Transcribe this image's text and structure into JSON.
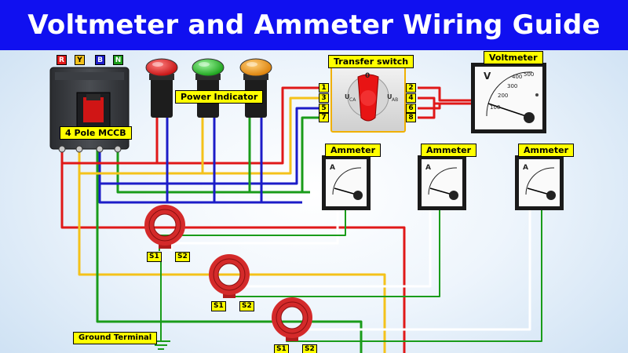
{
  "title": "Voltmeter and Ammeter Wiring Guide",
  "colors": {
    "banner": "#1010f0",
    "red": "#e01818",
    "yellow": "#f4c21a",
    "blue": "#1c1cc8",
    "green": "#1a9c1a",
    "neutral": "#202020",
    "label_bg": "#ffff00",
    "ct_ring": "#d42a2a"
  },
  "mccb": {
    "label": "4 Pole MCCB",
    "phases": [
      {
        "text": "R",
        "color": "#e01818"
      },
      {
        "text": "Y",
        "color": "#f4c21a"
      },
      {
        "text": "B",
        "color": "#1c1cc8"
      },
      {
        "text": "N",
        "color": "#1a9c1a"
      }
    ]
  },
  "power_indicator": {
    "label": "Power Indicator",
    "lamps": [
      {
        "name": "red-lamp",
        "color": "#e82020"
      },
      {
        "name": "green-lamp",
        "color": "#22c022"
      },
      {
        "name": "amber-lamp",
        "color": "#f49a12"
      }
    ]
  },
  "transfer_switch": {
    "label": "Transfer switch",
    "zero_mark": "0",
    "left_terminals": [
      "1",
      "3",
      "5",
      "7"
    ],
    "right_terminals": [
      "2",
      "4",
      "6",
      "8"
    ]
  },
  "voltmeter": {
    "label": "Voltmeter",
    "unit": "V",
    "scale": [
      "100",
      "200",
      "300",
      "400",
      "500"
    ]
  },
  "ammeters": [
    {
      "label": "Ammeter",
      "unit": "A"
    },
    {
      "label": "Ammeter",
      "unit": "A"
    },
    {
      "label": "Ammeter",
      "unit": "A"
    }
  ],
  "current_transformers": [
    {
      "s1": "S1",
      "s2": "S2"
    },
    {
      "s1": "S1",
      "s2": "S2"
    },
    {
      "s1": "S1",
      "s2": "S2"
    }
  ],
  "ground_terminal": {
    "label": "Ground Terminal"
  }
}
